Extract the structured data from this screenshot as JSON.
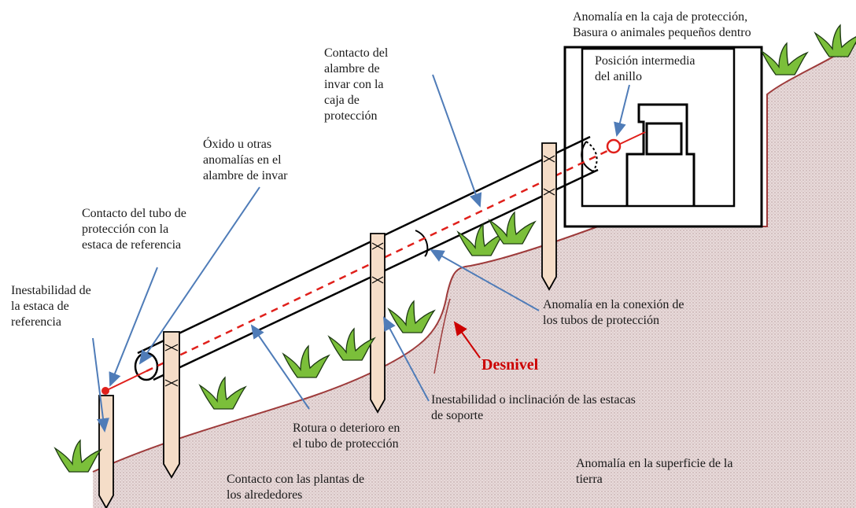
{
  "labels": {
    "box_anomaly": [
      "Anomalía en la caja de protección,",
      "Basura o animales pequeños dentro"
    ],
    "ring_position": [
      "Posición intermedia",
      "del anillo"
    ],
    "wire_contact_box": [
      "Contacto del",
      "alambre de",
      "invar con la",
      "caja de",
      "protección"
    ],
    "wire_rust": [
      "Óxido u otras",
      "anomalías en el",
      "alambre de invar"
    ],
    "tube_contact_stake": [
      "Contacto del tubo de",
      "protección con la",
      "estaca de referencia"
    ],
    "ref_stake_instability": [
      "Inestabilidad de",
      "la estaca de",
      "referencia"
    ],
    "tube_connection": [
      "Anomalía en la conexión de",
      "los tubos de protección"
    ],
    "slope": "Desnivel",
    "support_stakes": [
      "Inestabilidad o inclinación de las estacas",
      "de soporte"
    ],
    "tube_breakage": [
      "Rotura o deterioro en",
      "el tubo de protección"
    ],
    "ground_surface": [
      "Anomalía en la superficie de la",
      "tierra"
    ],
    "plants_contact": [
      "Contacto con las plantas de",
      "los alrededores"
    ]
  },
  "colors": {
    "arrow": "#4f7cb8",
    "wire": "#e0201b",
    "ground_fill": "#e4d5d5",
    "ground_line": "#9e3b3b",
    "stake_fill": "#f5ddc8",
    "plant_fill": "#7bbf3a",
    "plant_stroke": "#1d3a12",
    "highlight": "#cc0000"
  },
  "icons": [
    "plant-icon",
    "stake-icon",
    "protection-box-icon",
    "ring-icon"
  ]
}
